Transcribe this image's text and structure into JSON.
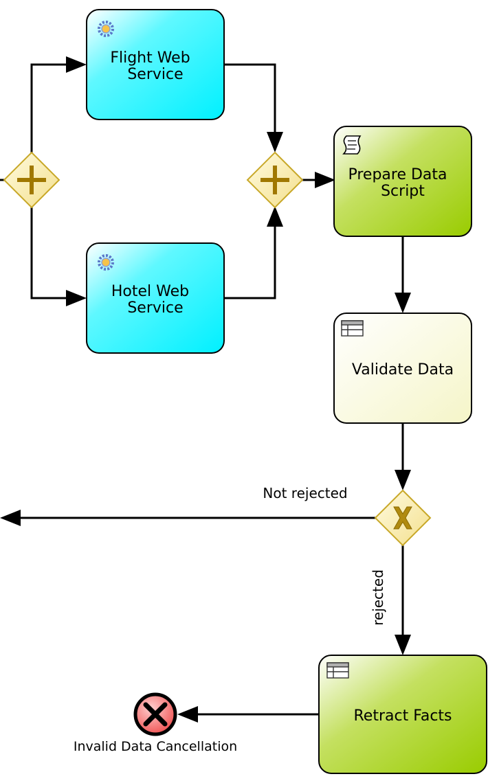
{
  "tasks": {
    "flight": {
      "lines": [
        "Flight Web",
        "Service"
      ],
      "type": "service"
    },
    "hotel": {
      "lines": [
        "Hotel Web",
        "Service"
      ],
      "type": "service"
    },
    "prepare": {
      "lines": [
        "Prepare Data",
        "Script"
      ],
      "type": "script"
    },
    "validate": {
      "lines": [
        "Validate Data"
      ],
      "type": "business-rule"
    },
    "retract": {
      "lines": [
        "Retract Facts"
      ],
      "type": "business-rule"
    }
  },
  "gateways": {
    "split": {
      "type": "parallel"
    },
    "join": {
      "type": "parallel"
    },
    "decision": {
      "type": "exclusive"
    }
  },
  "flows": {
    "not_rejected": "Not rejected",
    "rejected": "rejected"
  },
  "events": {
    "cancel": {
      "label": "Invalid Data Cancellation",
      "type": "error-end"
    }
  },
  "colors": {
    "service": "#00ffff",
    "script": "#99cc00",
    "business_rule": "#f5f5c8",
    "gateway_fill": "#f7e9a8",
    "gateway_stroke": "#c8a828",
    "gateway_marker": "#a07800",
    "error_event": "#f06060"
  }
}
